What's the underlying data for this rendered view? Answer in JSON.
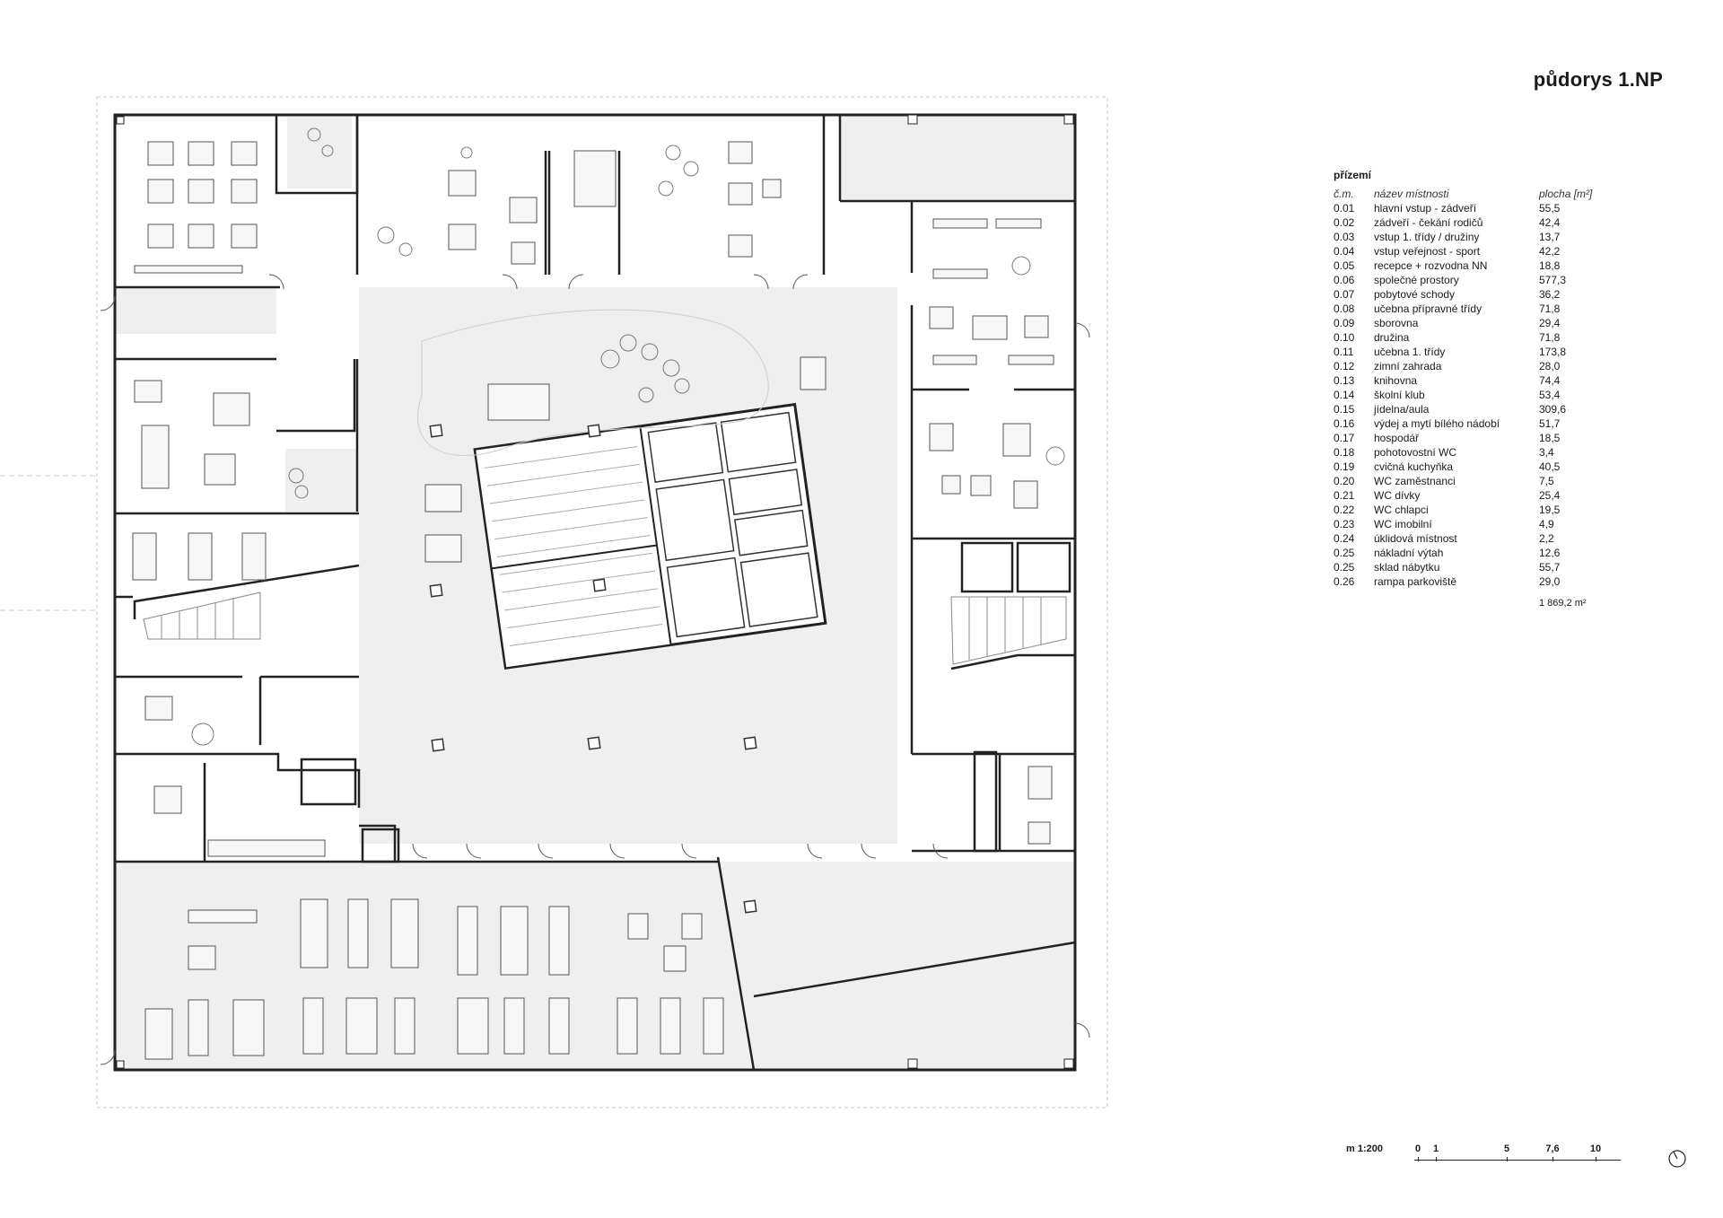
{
  "title": "půdorys 1.NP",
  "legend": {
    "section": "přízemí",
    "headers": {
      "number": "č.m.",
      "name": "název místnosti",
      "area": "plocha [m²]"
    },
    "rows": [
      {
        "number": "0.01",
        "name": "hlavní vstup - zádveří",
        "area": "55,5"
      },
      {
        "number": "0.02",
        "name": "zádveří - čekání rodičů",
        "area": "42,4"
      },
      {
        "number": "0.03",
        "name": "vstup 1. třídy / družiny",
        "area": "13,7"
      },
      {
        "number": "0.04",
        "name": "vstup veřejnost - sport",
        "area": "42,2"
      },
      {
        "number": "0.05",
        "name": "recepce + rozvodna NN",
        "area": "18,8"
      },
      {
        "number": "0.06",
        "name": "společné prostory",
        "area": "577,3"
      },
      {
        "number": "0.07",
        "name": "pobytové schody",
        "area": "36,2"
      },
      {
        "number": "0.08",
        "name": "učebna přípravné třídy",
        "area": "71,8"
      },
      {
        "number": "0.09",
        "name": "sborovna",
        "area": "29,4"
      },
      {
        "number": "0.10",
        "name": "družina",
        "area": "71,8"
      },
      {
        "number": "0.11",
        "name": "učebna 1. třídy",
        "area": "173,8"
      },
      {
        "number": "0.12",
        "name": "zimní zahrada",
        "area": "28,0"
      },
      {
        "number": "0.13",
        "name": "knihovna",
        "area": "74,4"
      },
      {
        "number": "0.14",
        "name": "školní klub",
        "area": "53,4"
      },
      {
        "number": "0.15",
        "name": "jídelna/aula",
        "area": "309,6"
      },
      {
        "number": "0.16",
        "name": "výdej a mytí bílého nádobí",
        "area": "51,7"
      },
      {
        "number": "0.17",
        "name": "hospodář",
        "area": "18,5"
      },
      {
        "number": "0.18",
        "name": "pohotovostní WC",
        "area": "3,4"
      },
      {
        "number": "0.19",
        "name": "cvičná kuchyňka",
        "area": "40,5"
      },
      {
        "number": "0.20",
        "name": "WC zaměstnanci",
        "area": "7,5"
      },
      {
        "number": "0.21",
        "name": "WC dívky",
        "area": "25,4"
      },
      {
        "number": "0.22",
        "name": "WC chlapci",
        "area": "19,5"
      },
      {
        "number": "0.23",
        "name": "WC imobilní",
        "area": "4,9"
      },
      {
        "number": "0.24",
        "name": "úklidová místnost",
        "area": "2,2"
      },
      {
        "number": "0.25",
        "name": "nákladní výtah",
        "area": "12,6"
      },
      {
        "number": "0.25",
        "name": "sklad nábytku",
        "area": "55,7"
      },
      {
        "number": "0.26",
        "name": "rampa parkoviště",
        "area": "29,0"
      }
    ],
    "total": "1 869,2 m²"
  },
  "scale": {
    "label": "m 1:200",
    "ticks": [
      "0",
      "1",
      "5",
      "7,6",
      "10"
    ]
  },
  "north_arrow": {
    "icon": "north-arrow-icon"
  }
}
